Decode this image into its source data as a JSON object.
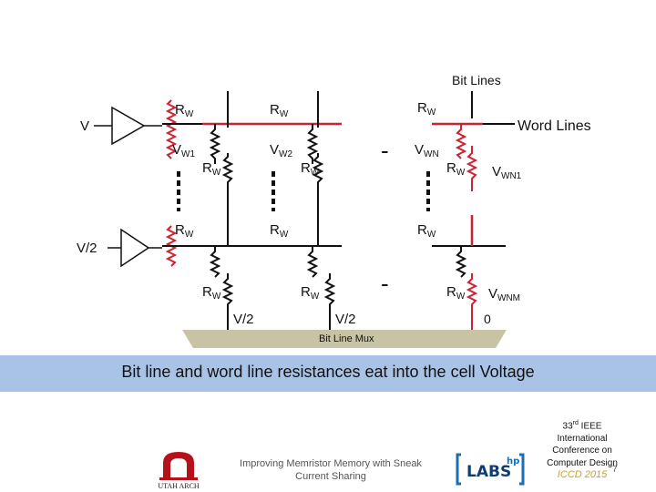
{
  "diagram": {
    "bit_lines_label": "Bit Lines",
    "word_lines_label": "Word Lines",
    "v_label": "V",
    "v_half_label": "V/2",
    "rw": {
      "main": "R",
      "sub": "W"
    },
    "vw1": {
      "main": "V",
      "sub": "W1"
    },
    "vw2": {
      "main": "V",
      "sub": "W2"
    },
    "vwn": {
      "main": "V",
      "sub": "WN"
    },
    "vwn1": {
      "main": "V",
      "sub": "WN1"
    },
    "vwnm": {
      "main": "V",
      "sub": "WNM"
    },
    "dash": "-",
    "bitline_v_half_1": "V/2",
    "bitline_v_half_2": "V/2",
    "bitline_zero": "0",
    "bit_line_mux_label": "Bit Line Mux",
    "colors": {
      "wire": "#111111",
      "red": "#cc2233",
      "mux": "#c8c3a5",
      "banner": "#a9c3e6"
    }
  },
  "banner": {
    "text": "Bit line and word line resistances eat into the cell Voltage"
  },
  "footer": {
    "center_line1": "Improving Memristor Memory with Sneak",
    "center_line2": "Current Sharing",
    "conf_sup": "rd",
    "conf_num": "33",
    "conf_line1": " IEEE",
    "conf_line2": "International",
    "conf_line3": "Conference on",
    "conf_line4": "Computer Design",
    "conf_year": "ICCD 2015",
    "page_number": "7",
    "labs_text": "LABS",
    "labs_sup": "hp",
    "utah_text": "UTAH ARCH"
  }
}
